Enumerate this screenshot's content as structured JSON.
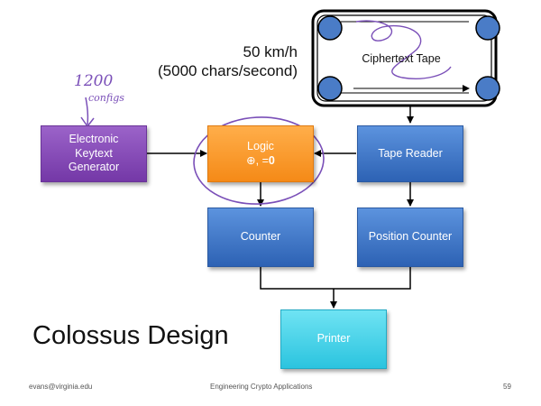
{
  "slide": {
    "speed_line1": "50 km/h",
    "speed_line2": "(5000 chars/second)",
    "title": "Colossus Design",
    "footer_left": "evans@virginia.edu",
    "footer_center": "Engineering Crypto Applications",
    "page_number": "59"
  },
  "tape": {
    "label": "Ciphertext Tape"
  },
  "annotation": {
    "line1": "1200",
    "line2": "configs"
  },
  "boxes": {
    "keytext": {
      "line1": "Electronic",
      "line2": "Keytext",
      "line3": "Generator"
    },
    "logic": {
      "line1": "Logic",
      "symbol": "⊕, =",
      "zero": "0"
    },
    "tape_reader": "Tape Reader",
    "counter": "Counter",
    "position_counter": "Position Counter",
    "printer": "Printer"
  },
  "colors": {
    "blue": "#3a72c8",
    "purple": "#8a52bb",
    "orange": "#f7931e",
    "cyan": "#3fd0e8",
    "ink": "#7a4fb8"
  }
}
